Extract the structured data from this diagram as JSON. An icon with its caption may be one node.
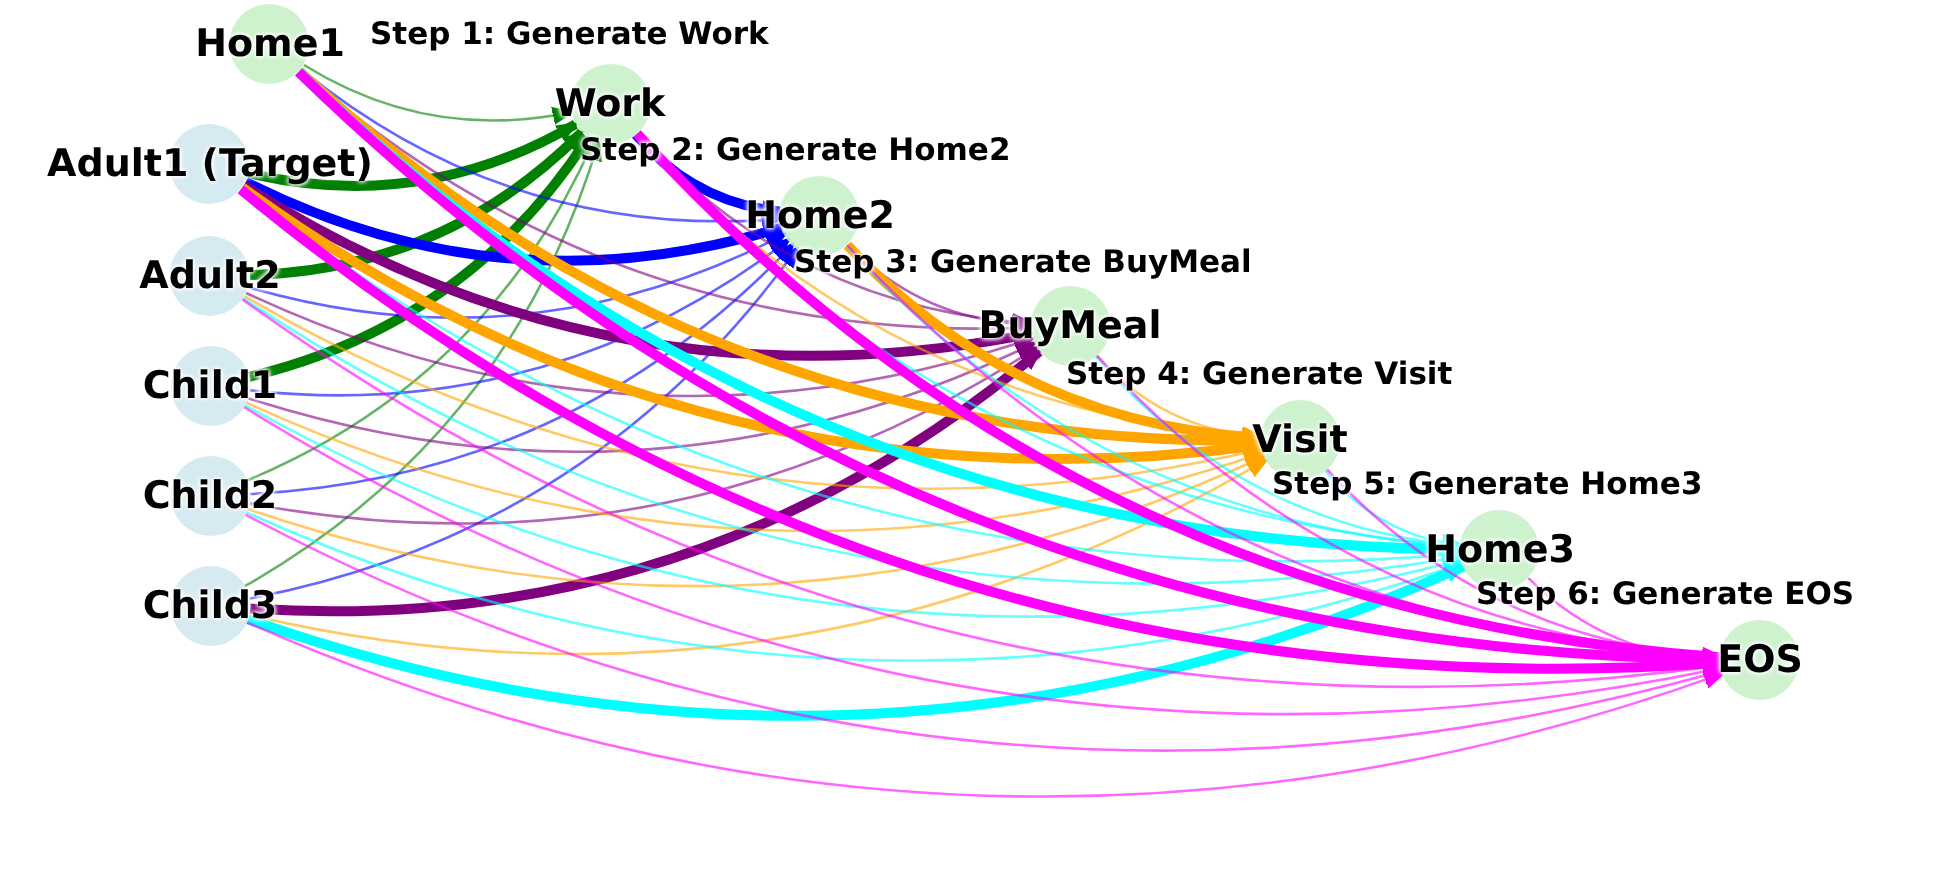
{
  "diagram": {
    "nodes": [
      {
        "text": [
          "Home1"
        ]
      },
      {
        "text": [
          "Work"
        ]
      },
      {
        "text": [
          "Adult1 (Target)"
        ]
      },
      {
        "text": [
          "Adult2"
        ]
      },
      {
        "text": [
          "Home2"
        ]
      },
      {
        "text": [
          "Child1"
        ]
      },
      {
        "text": [
          "BuyMeal"
        ]
      },
      {
        "text": [
          "Visit"
        ]
      },
      {
        "text": [
          "Child2"
        ]
      },
      {
        "text": [
          "Child3"
        ]
      },
      {
        "text": [
          "Home3"
        ]
      },
      {
        "text": [
          "EOS"
        ]
      }
    ],
    "edges": [
      {
        "from": 0,
        "to": 1,
        "arrow": "to",
        "color": "#008000"
      },
      {
        "from": 2,
        "to": 1,
        "arrow": "to",
        "color": "#008000",
        "style": "thick"
      },
      {
        "from": 3,
        "to": 1,
        "arrow": "to",
        "color": "#008000",
        "style": "thick"
      },
      {
        "from": 5,
        "to": 1,
        "arrow": "to",
        "color": "#008000",
        "style": "thick"
      },
      {
        "from": 8,
        "to": 1,
        "arrow": "to",
        "color": "#008000"
      },
      {
        "from": 9,
        "to": 1,
        "arrow": "to",
        "color": "#008000"
      },
      {
        "from": 0,
        "to": 4,
        "arrow": "to",
        "color": "#0000ff"
      },
      {
        "from": 1,
        "to": 4,
        "arrow": "to",
        "color": "#0000ff",
        "style": "thick"
      },
      {
        "from": 2,
        "to": 4,
        "arrow": "to",
        "color": "#0000ff",
        "style": "thick"
      },
      {
        "from": 3,
        "to": 4,
        "arrow": "to",
        "color": "#0000ff"
      },
      {
        "from": 5,
        "to": 4,
        "arrow": "to",
        "color": "#0000ff"
      },
      {
        "from": 8,
        "to": 4,
        "arrow": "to",
        "color": "#0000ff"
      },
      {
        "from": 9,
        "to": 4,
        "arrow": "to",
        "color": "#0000ff"
      },
      {
        "from": 0,
        "to": 6,
        "arrow": "to",
        "color": "#800080"
      },
      {
        "from": 1,
        "to": 6,
        "arrow": "to",
        "color": "#800080"
      },
      {
        "from": 2,
        "to": 6,
        "arrow": "to",
        "color": "#800080",
        "style": "thick"
      },
      {
        "from": 3,
        "to": 6,
        "arrow": "to",
        "color": "#800080"
      },
      {
        "from": 4,
        "to": 6,
        "arrow": "to",
        "color": "#800080"
      },
      {
        "from": 5,
        "to": 6,
        "arrow": "to",
        "color": "#800080"
      },
      {
        "from": 8,
        "to": 6,
        "arrow": "to",
        "color": "#800080"
      },
      {
        "from": 9,
        "to": 6,
        "arrow": "to",
        "color": "#800080",
        "style": "thick"
      },
      {
        "from": 0,
        "to": 7,
        "arrow": "to",
        "color": "#ffa500",
        "style": "thick"
      },
      {
        "from": 1,
        "to": 7,
        "arrow": "to",
        "color": "#ffa500"
      },
      {
        "from": 2,
        "to": 7,
        "arrow": "to",
        "color": "#ffa500",
        "style": "thick"
      },
      {
        "from": 3,
        "to": 7,
        "arrow": "to",
        "color": "#ffa500"
      },
      {
        "from": 4,
        "to": 7,
        "arrow": "to",
        "color": "#ffa500",
        "style": "thick"
      },
      {
        "from": 5,
        "to": 7,
        "arrow": "to",
        "color": "#ffa500"
      },
      {
        "from": 6,
        "to": 7,
        "arrow": "to",
        "color": "#ffa500"
      },
      {
        "from": 8,
        "to": 7,
        "arrow": "to",
        "color": "#ffa500"
      },
      {
        "from": 9,
        "to": 7,
        "arrow": "to",
        "color": "#ffa500"
      },
      {
        "from": 0,
        "to": 10,
        "arrow": "to",
        "color": "#00ffff",
        "style": "thick"
      },
      {
        "from": 1,
        "to": 10,
        "arrow": "to",
        "color": "#00ffff"
      },
      {
        "from": 2,
        "to": 10,
        "arrow": "to",
        "color": "#00ffff"
      },
      {
        "from": 3,
        "to": 10,
        "arrow": "to",
        "color": "#00ffff"
      },
      {
        "from": 4,
        "to": 10,
        "arrow": "to",
        "color": "#00ffff"
      },
      {
        "from": 5,
        "to": 10,
        "arrow": "to",
        "color": "#00ffff"
      },
      {
        "from": 6,
        "to": 10,
        "arrow": "to",
        "color": "#00ffff"
      },
      {
        "from": 7,
        "to": 10,
        "arrow": "to",
        "color": "#00ffff"
      },
      {
        "from": 8,
        "to": 10,
        "arrow": "to",
        "color": "#00ffff"
      },
      {
        "from": 9,
        "to": 10,
        "arrow": "to",
        "color": "#00ffff",
        "style": "thick"
      },
      {
        "from": 0,
        "to": 11,
        "arrow": "to",
        "color": "#ff00ff",
        "style": "thick"
      },
      {
        "from": 1,
        "to": 11,
        "arrow": "to",
        "color": "#ff00ff",
        "style": "thick"
      },
      {
        "from": 2,
        "to": 11,
        "arrow": "to",
        "color": "#ff00ff",
        "style": "thick"
      },
      {
        "from": 3,
        "to": 11,
        "arrow": "to",
        "color": "#ff00ff"
      },
      {
        "from": 4,
        "to": 11,
        "arrow": "to",
        "color": "#ff00ff"
      },
      {
        "from": 5,
        "to": 11,
        "arrow": "to",
        "color": "#ff00ff"
      },
      {
        "from": 6,
        "to": 11,
        "arrow": "to",
        "color": "#ff00ff"
      },
      {
        "from": 7,
        "to": 11,
        "arrow": "to",
        "color": "#ff00ff"
      },
      {
        "from": 8,
        "to": 11,
        "arrow": "to",
        "color": "#ff00ff"
      },
      {
        "from": 9,
        "to": 11,
        "arrow": "to",
        "color": "#ff00ff"
      },
      {
        "from": 10,
        "to": 11,
        "arrow": "to",
        "color": "#ff00ff"
      }
    ],
    "labels": [
      "Step 1: Generate Work",
      "Step 2: Generate Home2",
      "Step 3: Generate BuyMeal",
      "Step 4: Generate Visit",
      "Step 5: Generate Home3",
      "Step 6: Generate EOS"
    ]
  }
}
